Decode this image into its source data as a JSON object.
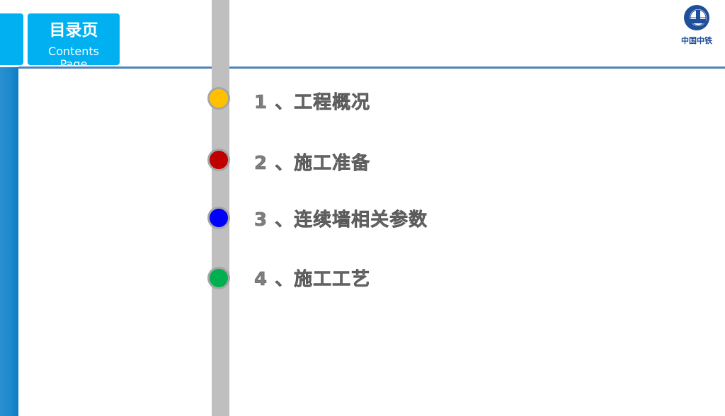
{
  "header": {
    "title": "目录页",
    "subtitle": "Contents Page"
  },
  "logo": {
    "text": "中国中铁",
    "mark": "CREC"
  },
  "items": [
    {
      "label": "1 、工程概况",
      "color": "#ffc000"
    },
    {
      "label": "2 、施工准备",
      "color": "#c00000"
    },
    {
      "label": "3 、连续墙相关参数",
      "color": "#0000ff"
    },
    {
      "label": "4 、施工工艺",
      "color": "#00b050"
    }
  ],
  "colors": {
    "accent": "#00b0f0",
    "line": "#4f81bd",
    "timeline": "#bfbfbf"
  }
}
